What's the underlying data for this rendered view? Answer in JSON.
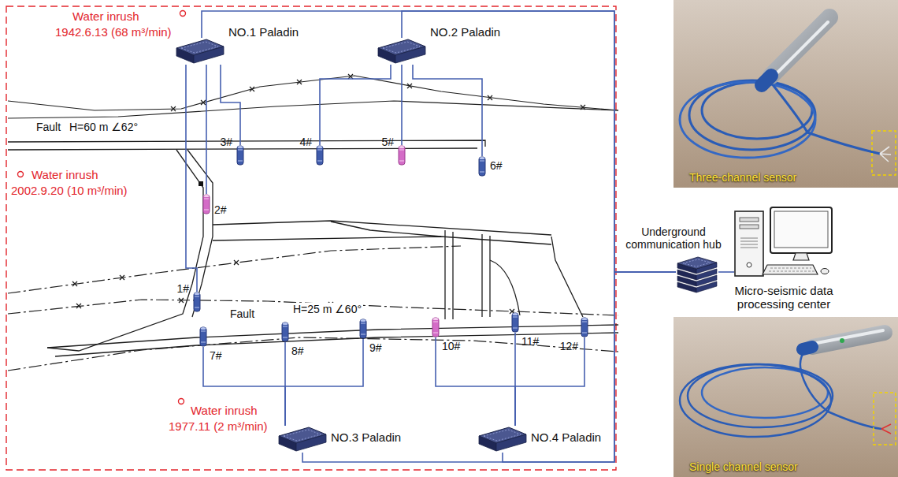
{
  "diagram": {
    "nodes": [
      {
        "text": [
          "NO.1 Paladin"
        ]
      },
      {
        "text": [
          "NO.2 Paladin"
        ]
      },
      {
        "text": [
          "3#"
        ]
      },
      {
        "text": [
          "4#"
        ]
      },
      {
        "text": [
          "5#"
        ]
      },
      {
        "text": [
          "6#"
        ]
      },
      {
        "text": [
          "2#"
        ]
      },
      {
        "text": [
          "Underground communication hub"
        ]
      },
      {
        "text": [
          "1#"
        ]
      },
      {
        "text": [
          "7#"
        ]
      },
      {
        "text": [
          "8#"
        ]
      },
      {
        "text": [
          "9#"
        ]
      },
      {
        "text": [
          "10#"
        ]
      },
      {
        "text": [
          "11#"
        ]
      },
      {
        "text": [
          "12#"
        ]
      },
      {
        "text": [
          "NO.3 Paladin"
        ]
      },
      {
        "text": [
          "NO.4 Paladin"
        ]
      },
      {
        "text": [
          "Three-channel sensor"
        ]
      },
      {
        "text": [
          "Micro-seismic data processing center"
        ]
      },
      {
        "text": [
          "Single channel sensor"
        ]
      }
    ],
    "edges": [
      {
        "from": 0,
        "to": 8,
        "arrow": "none"
      },
      {
        "from": 0,
        "to": 6,
        "arrow": "none"
      },
      {
        "from": 0,
        "to": 2,
        "arrow": "none"
      },
      {
        "from": 1,
        "to": 3,
        "arrow": "none"
      },
      {
        "from": 1,
        "to": 4,
        "arrow": "none"
      },
      {
        "from": 1,
        "to": 5,
        "arrow": "none"
      },
      {
        "from": 15,
        "to": 9,
        "arrow": "none"
      },
      {
        "from": 15,
        "to": 10,
        "arrow": "none"
      },
      {
        "from": 15,
        "to": 11,
        "arrow": "none"
      },
      {
        "from": 16,
        "to": 12,
        "arrow": "none"
      },
      {
        "from": 16,
        "to": 13,
        "arrow": "none"
      },
      {
        "from": 16,
        "to": 14,
        "arrow": "none"
      },
      {
        "from": 0,
        "to": 7,
        "arrow": "none"
      },
      {
        "from": 1,
        "to": 7,
        "arrow": "none"
      },
      {
        "from": 15,
        "to": 7,
        "arrow": "none"
      },
      {
        "from": 16,
        "to": 7,
        "arrow": "none"
      },
      {
        "from": 7,
        "to": 18,
        "arrow": "none"
      }
    ],
    "labels": [
      "Water inrush",
      "1942.6.13 (68 m³/min)",
      "Fault",
      "H=60 m ∠62°",
      "Water inrush",
      "2002.9.20 (10 m³/min)",
      "Fault",
      "H=25 m ∠60°",
      "Water inrush",
      "1977.11 (2 m³/min)"
    ]
  }
}
